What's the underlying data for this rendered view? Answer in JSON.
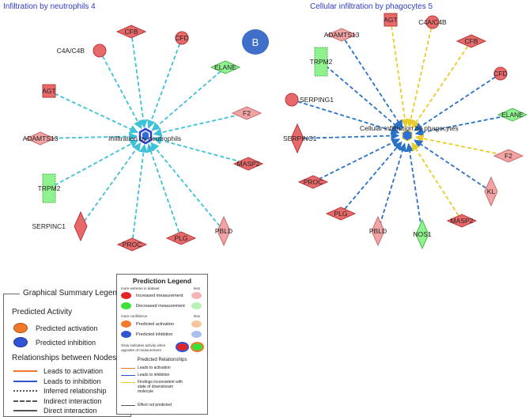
{
  "headers": {
    "left": "Infiltration by neutrophils 4",
    "right": "Cellular infiltration by phagocytes 5"
  },
  "b_marker": "B",
  "colors": {
    "red_node": "#e8696a",
    "pink_node": "#f2a3a4",
    "green_node": "#8ff28f",
    "cyan_edge": "#3fc1d8",
    "blue_edge": "#2a72c6",
    "yellow_edge": "#e9cc2c",
    "activation": "#f07a2a",
    "inhibition": "#2f55d4",
    "centroid_blue": "#2d6fd6"
  },
  "network_left": {
    "center": "Infiltration by neutrophils",
    "nodes": [
      {
        "label": "CFB",
        "shape": "diamond",
        "color": "red"
      },
      {
        "label": "CFD",
        "shape": "circle",
        "color": "red"
      },
      {
        "label": "C4A/C4B",
        "shape": "circle",
        "color": "red"
      },
      {
        "label": "ELANE",
        "shape": "diamond",
        "color": "green"
      },
      {
        "label": "AGT",
        "shape": "square",
        "color": "red"
      },
      {
        "label": "F2",
        "shape": "diamond",
        "color": "pink"
      },
      {
        "label": "ADAMTS13",
        "shape": "diamond",
        "color": "pink"
      },
      {
        "label": "MASP2",
        "shape": "diamond",
        "color": "red"
      },
      {
        "label": "TRPM2",
        "shape": "rect",
        "color": "green"
      },
      {
        "label": "PBLD",
        "shape": "diamond-tall",
        "color": "pink"
      },
      {
        "label": "SERPINC1",
        "shape": "diamond-tall",
        "color": "red"
      },
      {
        "label": "PROC",
        "shape": "diamond",
        "color": "red"
      },
      {
        "label": "PLG",
        "shape": "diamond",
        "color": "red"
      }
    ]
  },
  "network_right": {
    "center": "Cellular infiltration by phagocytes",
    "nodes": [
      {
        "label": "AGT",
        "shape": "square",
        "color": "red",
        "edge": "yellow"
      },
      {
        "label": "C4A/C4B",
        "shape": "circle",
        "color": "red",
        "edge": "yellow"
      },
      {
        "label": "ADAMTS13",
        "shape": "diamond",
        "color": "pink",
        "edge": "blue"
      },
      {
        "label": "CFB",
        "shape": "diamond",
        "color": "red",
        "edge": "yellow"
      },
      {
        "label": "TRPM2",
        "shape": "rect",
        "color": "green",
        "edge": "blue"
      },
      {
        "label": "CFD",
        "shape": "circle",
        "color": "red",
        "edge": "blue"
      },
      {
        "label": "SERPING1",
        "shape": "circle",
        "color": "red",
        "edge": "blue"
      },
      {
        "label": "ELANE",
        "shape": "diamond",
        "color": "green",
        "edge": "blue"
      },
      {
        "label": "SERPINC1",
        "shape": "diamond-tall",
        "color": "red",
        "edge": "blue"
      },
      {
        "label": "F2",
        "shape": "diamond",
        "color": "pink",
        "edge": "yellow"
      },
      {
        "label": "PROC",
        "shape": "diamond",
        "color": "red",
        "edge": "blue"
      },
      {
        "label": "KL",
        "shape": "diamond-tall",
        "color": "pink",
        "edge": "blue"
      },
      {
        "label": "PLG",
        "shape": "diamond",
        "color": "red",
        "edge": "blue"
      },
      {
        "label": "PBLD",
        "shape": "diamond-tall",
        "color": "pink",
        "edge": "blue"
      },
      {
        "label": "NOS1",
        "shape": "diamond-tall",
        "color": "green",
        "edge": "blue"
      },
      {
        "label": "MASP2",
        "shape": "diamond",
        "color": "red",
        "edge": "yellow"
      }
    ]
  },
  "graphical_summary_legend": {
    "title": "Graphical Summary Legend",
    "predicted_activity_heading": "Predicted Activity",
    "predicted_activation": "Predicted activation",
    "predicted_inhibition": "Predicted inhibition",
    "relationships_heading": "Relationships between Nodes",
    "relationships": [
      {
        "label": "Leads to activation",
        "style": "solid",
        "color": "#f07a2a"
      },
      {
        "label": "Leads to inhibition",
        "style": "solid",
        "color": "#2f55d4"
      },
      {
        "label": "Inferred relationship",
        "style": "dotted",
        "color": "#555555"
      },
      {
        "label": "Indirect interaction",
        "style": "dashed",
        "color": "#555555"
      },
      {
        "label": "Direct interaction",
        "style": "solid",
        "color": "#555555"
      }
    ]
  },
  "prediction_legend": {
    "title": "Prediction Legend",
    "more_extreme": "more extreme in dataset",
    "less1": "less",
    "increased": "Increased measurement",
    "decreased": "Decreased measurement",
    "more_confidence": "more confidence",
    "less2": "less",
    "pred_activation": "Predicted activation",
    "pred_inhibition": "Predicted inhibition",
    "glow_note": "Glow indicates activity when opposite of measurement",
    "relationships_heading": "Predicted Relationships",
    "rel_activation": "Leads to activation",
    "rel_inhibition": "Leads to inhibition",
    "rel_inconsistent": "Findings inconsistent with state of downstream molecule",
    "rel_not_predicted": "Effect not predicted"
  }
}
